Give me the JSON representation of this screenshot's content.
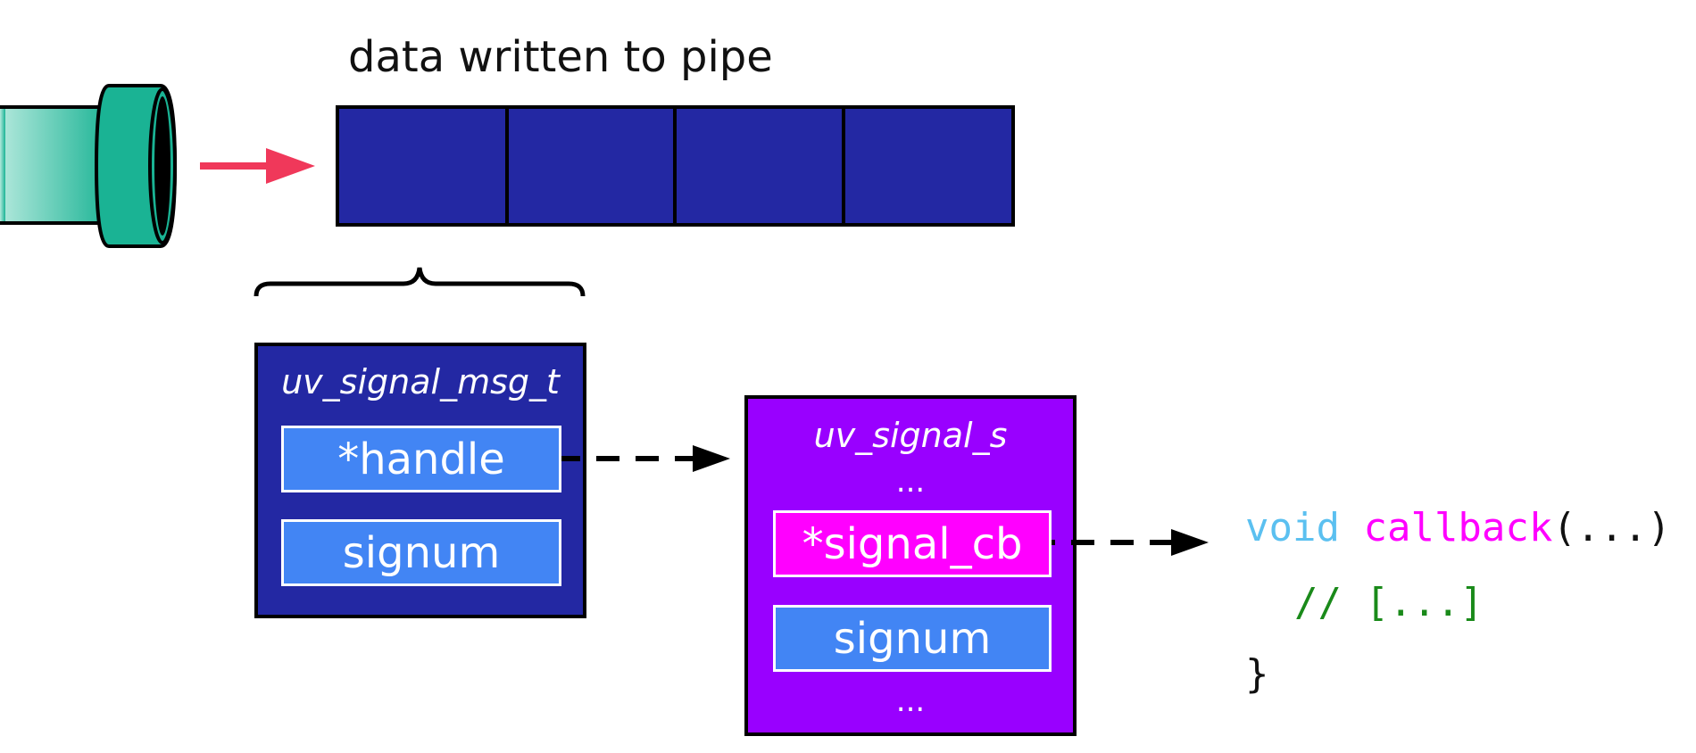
{
  "pipe": {
    "title": "data written to pipe",
    "cell_count": 4,
    "colors": {
      "pipe": "#1ab394",
      "pipe_fade": "#b2e8dc",
      "cell": "#2328a3",
      "arrow": "#f0385a"
    }
  },
  "signal_msg": {
    "title": "uv_signal_msg_t",
    "fields": [
      "*handle",
      "signum"
    ],
    "colors": {
      "box": "#2328a3",
      "field": "#4285f4"
    }
  },
  "signal_struct": {
    "title": "uv_signal_s",
    "ellipsis_top": "...",
    "fields": [
      "*signal_cb",
      "signum"
    ],
    "ellipsis_bottom": "...",
    "colors": {
      "box": "#9900ff",
      "highlight_field": "#ff00ff",
      "field": "#4285f4"
    }
  },
  "callback_code": {
    "keyword": "void",
    "function": "callback",
    "args": "(...)",
    "comment": "// [...]",
    "closing": "}",
    "colors": {
      "keyword": "#5bc0f0",
      "function": "#ff00ff",
      "comment": "#1a8a1a",
      "text": "#111111"
    }
  }
}
